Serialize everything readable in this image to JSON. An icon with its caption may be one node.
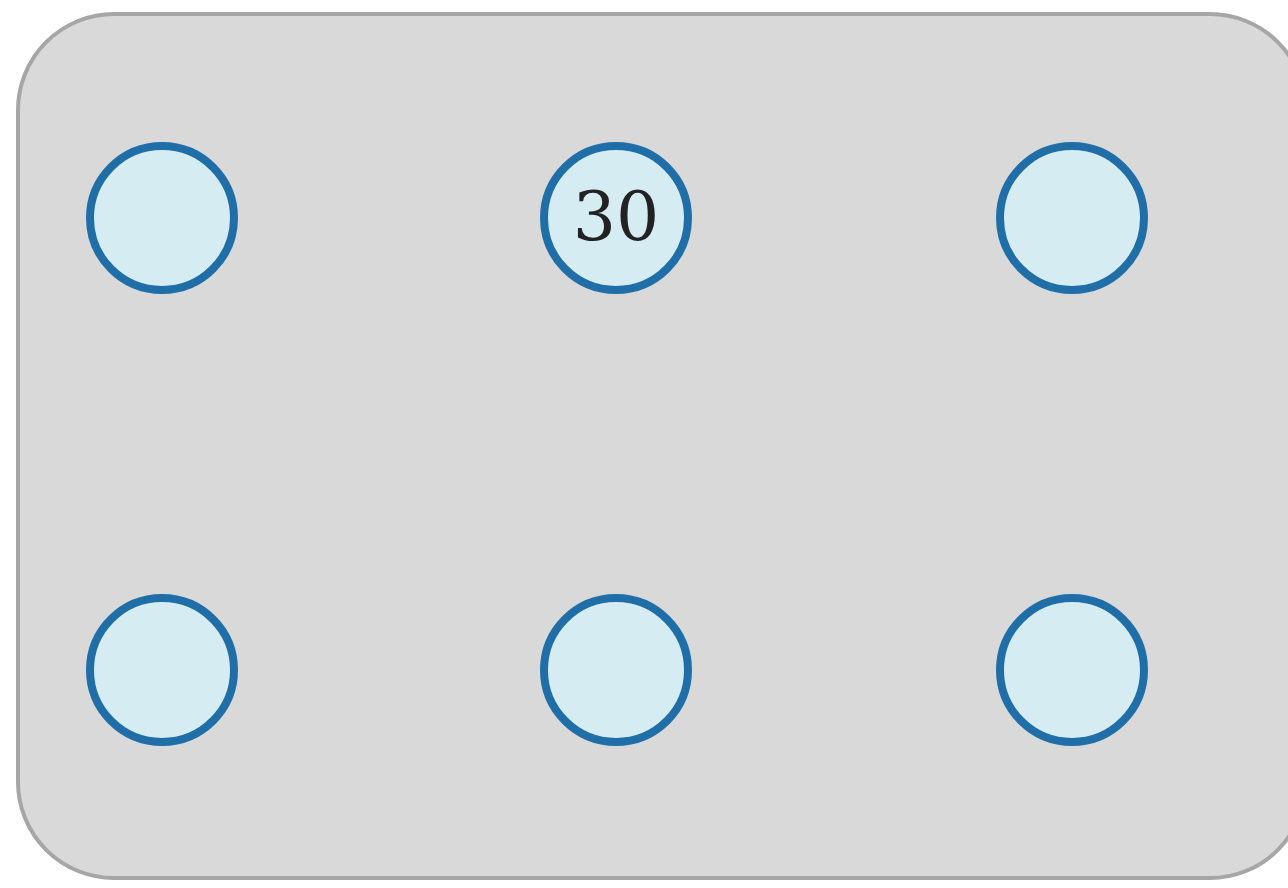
{
  "diagram": {
    "nodes": [
      {
        "text": [],
        "shape": "box"
      },
      {
        "text": [],
        "shape": "circle",
        "in": 0
      },
      {
        "text": [
          "30"
        ],
        "in": 0
      },
      {
        "text": [],
        "shape": "circle",
        "in": 0
      },
      {
        "text": [],
        "shape": "circle",
        "in": 0
      },
      {
        "text": [],
        "shape": "circle",
        "in": 0
      },
      {
        "text": [],
        "shape": "circle",
        "in": 0
      }
    ],
    "edges": []
  }
}
